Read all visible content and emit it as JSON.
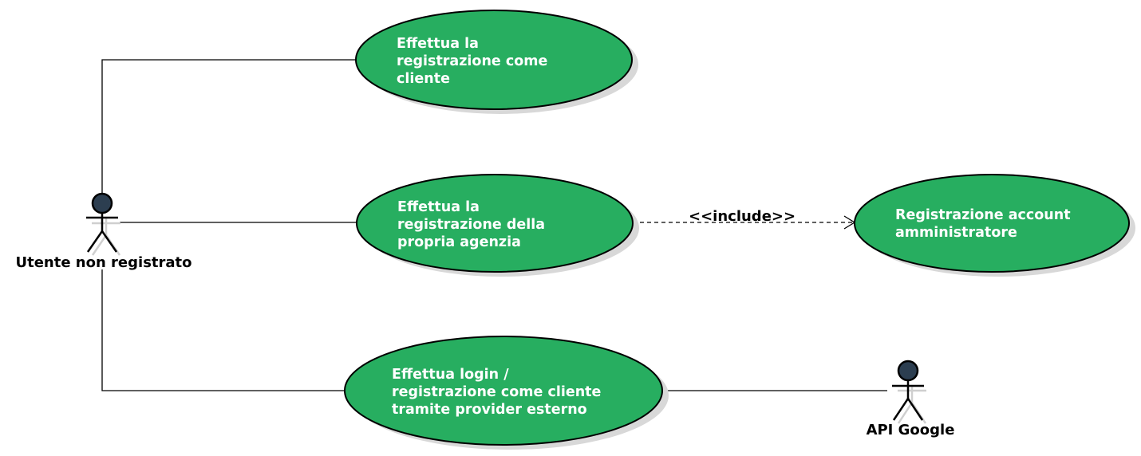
{
  "colors": {
    "usecase_fill": "#27ae60",
    "usecase_stroke": "#000000",
    "usecase_text": "#ffffff",
    "actor_head": "#2c3e50",
    "shadow": "#d8d8d8"
  },
  "actors": {
    "utente": {
      "label": "Utente non registrato",
      "icon": "stick-figure-icon"
    },
    "google": {
      "label": "API Google",
      "icon": "stick-figure-icon"
    }
  },
  "usecases": {
    "registrazione_cliente": {
      "lines": [
        "Effettua la",
        "registrazione come",
        "cliente"
      ]
    },
    "registrazione_agenzia": {
      "lines": [
        "Effettua la",
        "registrazione della",
        "propria agenzia"
      ]
    },
    "registrazione_admin": {
      "lines": [
        "Registrazione account",
        "amministratore"
      ]
    },
    "login_esterno": {
      "lines": [
        "Effettua login /",
        "registrazione come cliente",
        "tramite provider esterno"
      ]
    }
  },
  "relations": {
    "include_label": "<<include>>"
  }
}
